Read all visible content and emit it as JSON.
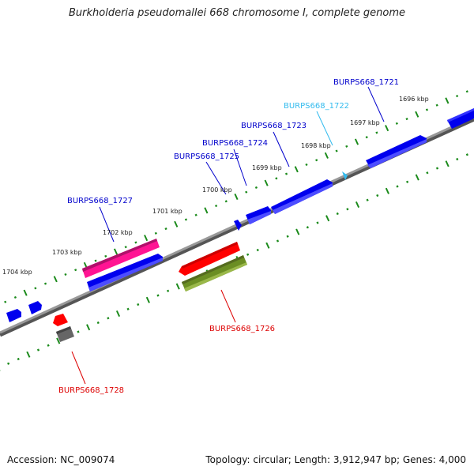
{
  "title": "Burkholderia pseudomallei 668 chromosome I, complete genome",
  "footer": {
    "accession": "Accession: NC_009074",
    "summary": "Topology: circular; Length: 3,912,947 bp; Genes: 4,000"
  },
  "colors": {
    "forward_gene": "#0000ee",
    "highlight_gene": "#ff1493",
    "reverse_gene": "#ff0000",
    "other_feature": "#6b8e23",
    "pseudo_gene": "#666666",
    "small_gene": "#33ccff",
    "backbone": "#808080",
    "tick": "#1a8a1a"
  },
  "kbp_labels": [
    "1696 kbp",
    "1697 kbp",
    "1698 kbp",
    "1699 kbp",
    "1700 kbp",
    "1701 kbp",
    "1702 kbp",
    "1703 kbp",
    "1704 kbp"
  ],
  "gene_labels": [
    {
      "name": "BURPS668_1721",
      "color": "#0000cc"
    },
    {
      "name": "BURPS668_1722",
      "color": "#33bbee"
    },
    {
      "name": "BURPS668_1723",
      "color": "#0000cc"
    },
    {
      "name": "BURPS668_1724",
      "color": "#0000cc"
    },
    {
      "name": "BURPS668_1725",
      "color": "#0000cc"
    },
    {
      "name": "BURPS668_1726",
      "color": "#dd0000"
    },
    {
      "name": "BURPS668_1727",
      "color": "#0000cc"
    },
    {
      "name": "BURPS668_1728",
      "color": "#dd0000"
    }
  ]
}
